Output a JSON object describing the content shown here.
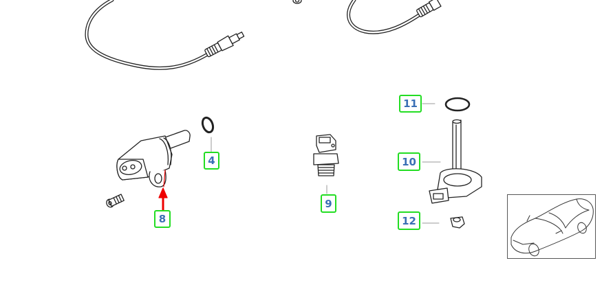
{
  "diagram": {
    "type": "exploded parts diagram",
    "subject": "engine sensors (oxygen sensors, crankshaft position sensor, oil pressure switch, oil level sensor)",
    "highlighted_part": "8",
    "highlight_color": "#ee0000",
    "callout_border_color": "#22dd22",
    "callout_text_color": "#3a6fb5"
  },
  "callouts": [
    {
      "id": "4",
      "label": "4",
      "part": "sealing ring"
    },
    {
      "id": "8",
      "label": "8",
      "part": "crankshaft position sensor"
    },
    {
      "id": "9",
      "label": "9",
      "part": "oil pressure switch"
    },
    {
      "id": "10",
      "label": "10",
      "part": "oil level sensor"
    },
    {
      "id": "11",
      "label": "11",
      "part": "O-ring"
    },
    {
      "id": "12",
      "label": "12",
      "part": "nut"
    }
  ],
  "thumbnail": {
    "label": "vehicle overview"
  }
}
